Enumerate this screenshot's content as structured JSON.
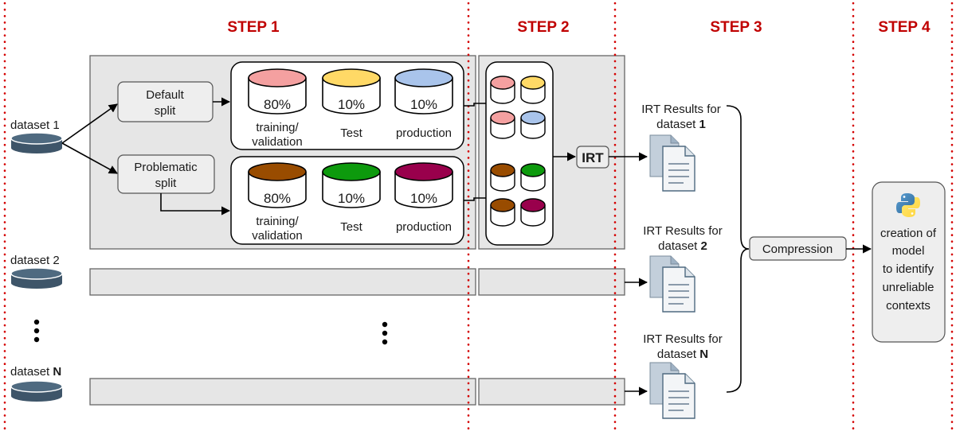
{
  "steps": [
    "STEP 1",
    "STEP 2",
    "STEP 3",
    "STEP 4"
  ],
  "datasets": {
    "d1": "dataset 1",
    "d2": "dataset 2",
    "dn_prefix": "dataset ",
    "dn_bold": "N"
  },
  "splits": {
    "default_line1": "Default",
    "default_line2": "split",
    "problematic_line1": "Problematic",
    "problematic_line2": "split"
  },
  "cylinders": {
    "training_pct": "80%",
    "test_pct": "10%",
    "production_pct": "10%",
    "training_label_line1": "training/",
    "training_label_line2": "validation",
    "test_label": "Test",
    "production_label": "production"
  },
  "irt_label": "IRT",
  "results": {
    "line1": "IRT Results for",
    "r1_prefix": "dataset ",
    "r1_bold": "1",
    "r2_prefix": "dataset ",
    "r2_bold": "2",
    "rn_prefix": "dataset ",
    "rn_bold": "N"
  },
  "compression_label": "Compression",
  "final_box": {
    "lines": [
      "creation of",
      "model",
      "to identify",
      "unreliable",
      "contexts"
    ]
  },
  "colors": {
    "step_red": "#c00000",
    "db_dark": "#3e5569",
    "salmon": "#f4a0a0",
    "yellow": "#ffd966",
    "blue": "#a9c4eb",
    "brown": "#994c00",
    "green": "#0d9a0d",
    "maroon": "#99004c"
  },
  "icons": {
    "database": "database-icon",
    "document": "documents-icon",
    "python": "python-icon"
  }
}
